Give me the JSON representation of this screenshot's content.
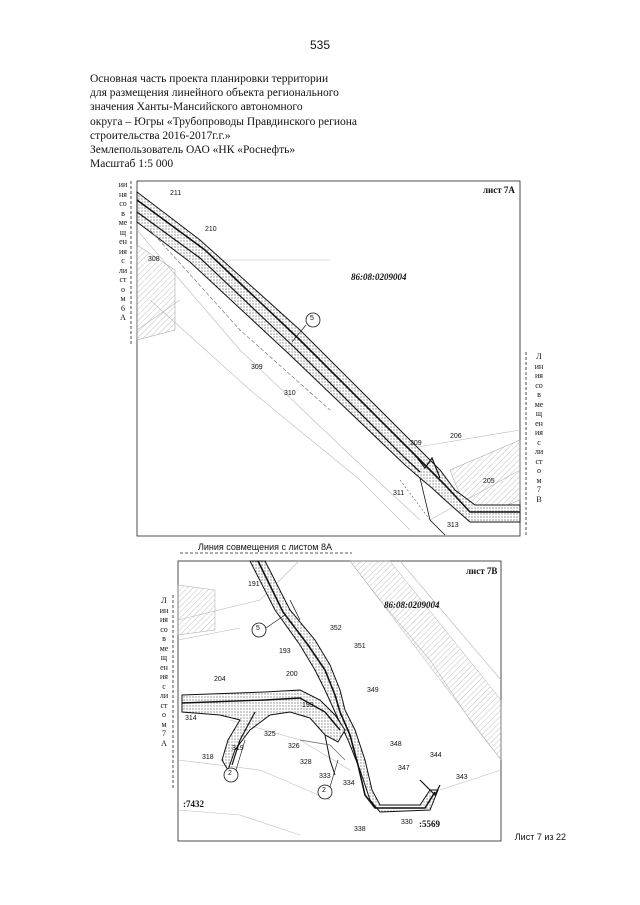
{
  "page_number": "535",
  "header_lines": [
    "Основная часть проекта планировки территории",
    "для размещения линейного объекта регионального",
    "значения Ханты-Мансийского автономного",
    "округа – Югры «Трубопроводы Правдинского региона",
    "строительства 2016-2017г.г.»",
    "Землепользователь ОАО «НК «Роснефть»",
    "Масштаб 1:5 000"
  ],
  "map_a": {
    "sheet_label": "лист 7А",
    "cadastral": "86:08:0209004",
    "left_vertical_label": [
      "ии",
      "ня",
      "со",
      "в",
      "ме",
      "щ",
      "ен",
      "ия",
      "с",
      "ли",
      "ст",
      "о",
      "м",
      "6",
      "А"
    ],
    "right_vertical_label": [
      "Л",
      "ин",
      "ия",
      "со",
      "в",
      "ме",
      "щ",
      "ен",
      "ия",
      "с",
      "ли",
      "ст",
      "о",
      "м",
      "7",
      "В"
    ],
    "point_labels": [
      "211",
      "210",
      "308",
      "309",
      "310",
      "209",
      "206",
      "311",
      "205",
      "313"
    ],
    "callouts": [
      "5"
    ]
  },
  "combination_line_label": "Линия совмещения с листом 8А",
  "map_b": {
    "sheet_label": "лист 7В",
    "cadastral": "86:08:0209004",
    "left_vertical_label": [
      "Л",
      "ин",
      "ия",
      "со",
      "в",
      "ме",
      "щ",
      "ен",
      "ия",
      "с",
      "ли",
      "ст",
      "о",
      "м",
      "7",
      "А"
    ],
    "point_labels": [
      "191",
      "193",
      "352",
      "351",
      "204",
      "200",
      "349",
      "199",
      "314",
      "325",
      "326",
      "348",
      "319",
      "328",
      "344",
      "318",
      "347",
      "333",
      "343",
      "334",
      "338",
      "330"
    ],
    "callouts": [
      "5",
      "2",
      "2"
    ],
    "parcel_labels": [
      ":7432",
      ":5569"
    ]
  },
  "footer": "Лист 7 из 22",
  "colors": {
    "line": "#111111",
    "hatch": "#888888",
    "background": "#ffffff"
  }
}
